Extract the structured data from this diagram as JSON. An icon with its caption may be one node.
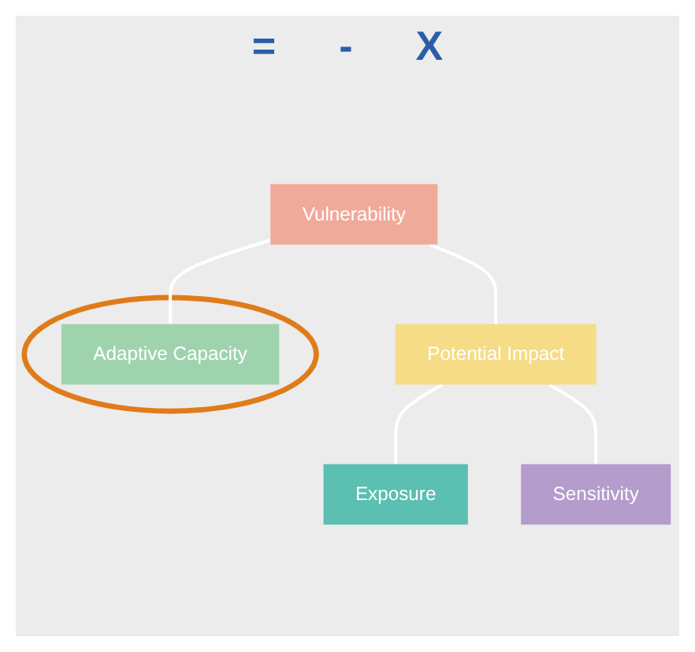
{
  "diagram": {
    "nodes": [
      {
        "text": [
          "Vulnerability"
        ]
      },
      {
        "text": [
          "Potential Impact"
        ]
      },
      {
        "text": [],
        "shape": "ellipse"
      },
      {
        "text": [
          "Adaptive Capacity"
        ],
        "in": 2
      },
      {
        "text": [
          "Exposure"
        ]
      },
      {
        "text": [
          "Sensitivity"
        ]
      }
    ],
    "edges": [
      {
        "from": 0,
        "to": 1,
        "arrow": "none"
      },
      {
        "from": 0,
        "to": 3,
        "arrow": "none"
      },
      {
        "from": 1,
        "to": 4,
        "arrow": "none"
      },
      {
        "from": 1,
        "to": 5,
        "arrow": "none"
      }
    ],
    "labels": [
      "=",
      "-",
      "X"
    ]
  }
}
